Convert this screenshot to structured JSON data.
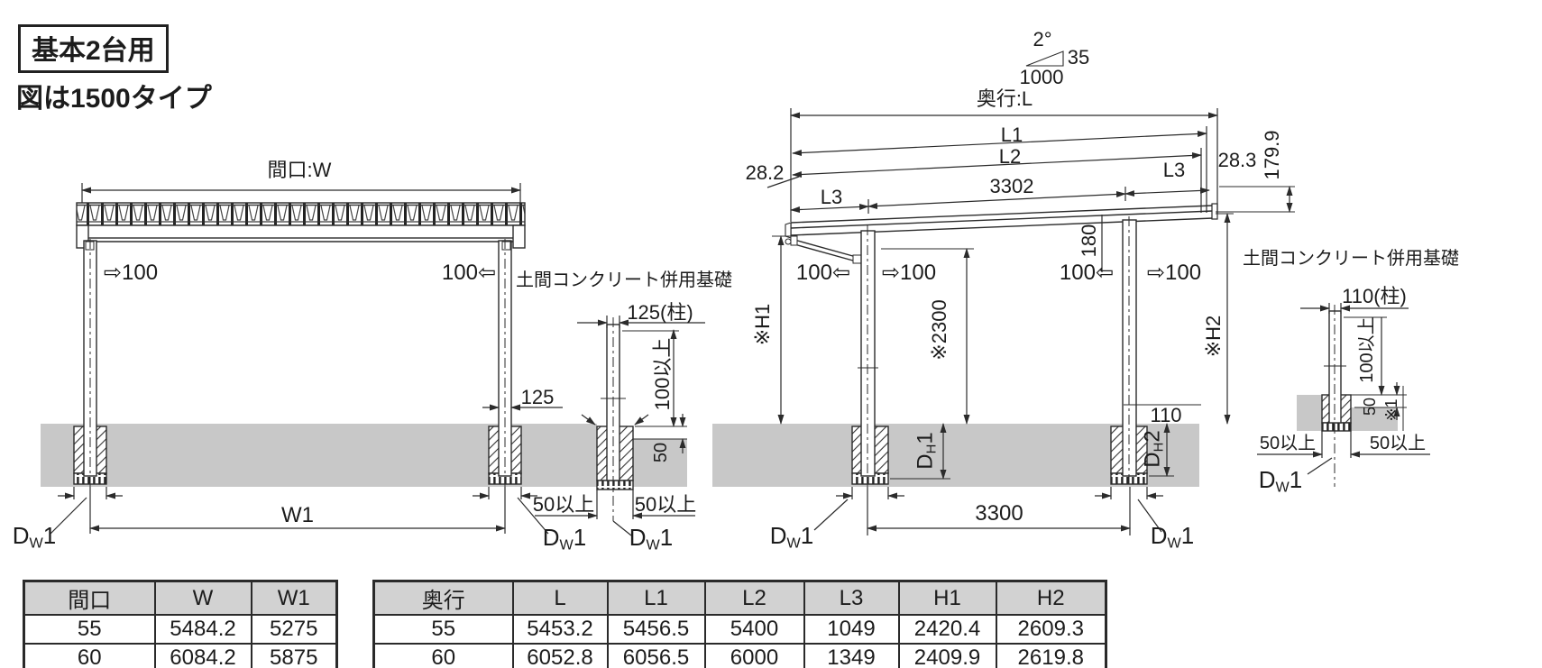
{
  "header": {
    "title": "基本2台用",
    "subtitle": "図は1500タイプ"
  },
  "colors": {
    "line": "#2b2b2b",
    "ground": "#c8c8c8",
    "table_header_bg": "#d2d2d2"
  },
  "front_view": {
    "width_label": "間口:W",
    "post_width": "125",
    "span_label": "W1"
  },
  "side_view": {
    "slope_angle": "2°",
    "slope_run": "1000",
    "slope_rise": "35",
    "depth_label": "奥行:L",
    "l1": "L1",
    "l2": "L2",
    "l3": "L3",
    "front_edge": "28.2",
    "rear_edge": "28.3",
    "beam_height": "179.9",
    "panel_span": "3302",
    "post_span": "3300",
    "gap": "180",
    "h1": "※H1",
    "clearance": "※2300",
    "h2": "※H2",
    "post_width": "110"
  },
  "foundation_left": {
    "title": "土間コンクリート併用基礎",
    "post_label": "125(柱)",
    "embed": "100以上",
    "slab": "50"
  },
  "foundation_right": {
    "title": "土間コンクリート併用基礎",
    "post_label": "110(柱)",
    "embed": "100以上",
    "slab": "50",
    "note": "※1"
  },
  "labels": {
    "offset_right": "⇨100",
    "offset_left": "100⇦",
    "min50": "50以上",
    "dw": {
      "base": "D",
      "sub": "W",
      "tail": "1"
    },
    "dh1": {
      "base": "D",
      "sub": "H",
      "tail": "1"
    },
    "dh2": {
      "base": "D",
      "sub": "H",
      "tail": "2"
    }
  },
  "tables": {
    "maguchi": {
      "headers": [
        "間口",
        "W",
        "W1"
      ],
      "rows": [
        [
          "55",
          "5484.2",
          "5275"
        ],
        [
          "60",
          "6084.2",
          "5875"
        ]
      ]
    },
    "okuyuki": {
      "headers": [
        "奥行",
        "L",
        "L1",
        "L2",
        "L3",
        "H1",
        "H2"
      ],
      "rows": [
        [
          "55",
          "5453.2",
          "5456.5",
          "5400",
          "1049",
          "2420.4",
          "2609.3"
        ],
        [
          "60",
          "6052.8",
          "6056.5",
          "6000",
          "1349",
          "2409.9",
          "2619.8"
        ]
      ]
    }
  }
}
